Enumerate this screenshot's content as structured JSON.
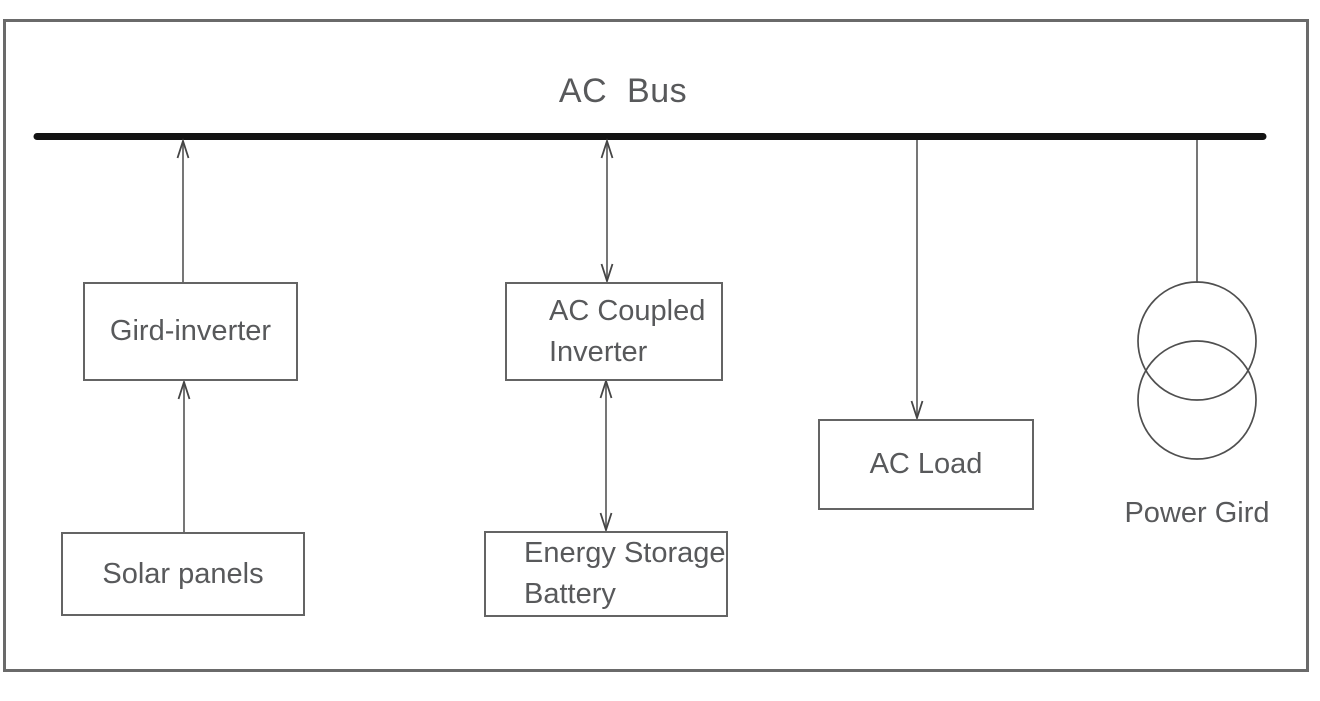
{
  "diagram": {
    "title": "AC  Bus",
    "nodes": {
      "grid_inverter": {
        "label": "Gird-inverter"
      },
      "solar_panels": {
        "label": "Solar panels"
      },
      "ac_coupled_inverter": {
        "line1": "AC Coupled",
        "line2": "Inverter"
      },
      "energy_storage_battery": {
        "line1": "Energy Storage",
        "line2": "Battery"
      },
      "ac_load": {
        "label": "AC Load"
      },
      "power_grid": {
        "label": "Power Gird"
      }
    },
    "edges": [
      {
        "from": "Solar panels",
        "to": "Gird-inverter",
        "arrow": "up"
      },
      {
        "from": "Gird-inverter",
        "to": "AC Bus",
        "arrow": "up"
      },
      {
        "from": "AC Bus",
        "to": "AC Coupled Inverter",
        "arrow": "both"
      },
      {
        "from": "AC Coupled Inverter",
        "to": "Energy Storage Battery",
        "arrow": "both"
      },
      {
        "from": "AC Bus",
        "to": "AC Load",
        "arrow": "down"
      },
      {
        "from": "AC Bus",
        "to": "Power Gird",
        "arrow": "none"
      }
    ],
    "colors": {
      "text": "#58595b",
      "box_border": "#646464",
      "bus": "#131313",
      "connector": "#5f5f5f",
      "background": "#ffffff"
    }
  }
}
